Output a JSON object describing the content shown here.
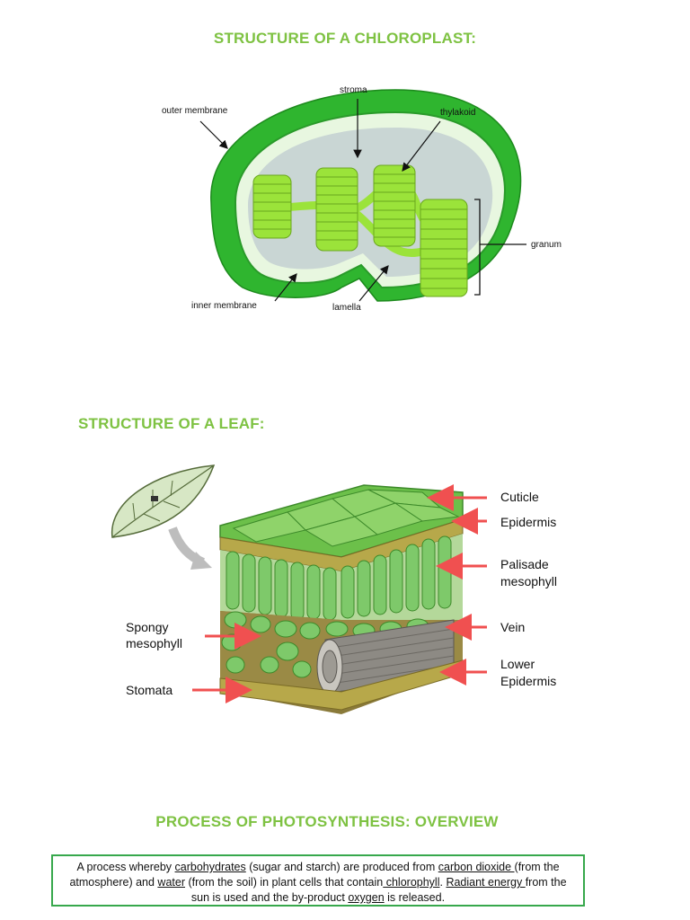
{
  "headings": {
    "chloroplast": "STRUCTURE OF A CHLOROPLAST:",
    "leaf": "STRUCTURE OF A LEAF:",
    "overview": "PROCESS OF PHOTOSYNTHESIS: OVERVIEW"
  },
  "chloroplast_labels": {
    "outer_membrane": "outer membrane",
    "stroma": "stroma",
    "thylakoid": "thylakoid",
    "granum": "granum",
    "inner_membrane": "inner membrane",
    "lamella": "lamella"
  },
  "leaf_labels": {
    "cuticle": "Cuticle",
    "epidermis": "Epidermis",
    "palisade_1": "Palisade",
    "palisade_2": "mesophyll",
    "vein": "Vein",
    "lower_1": "Lower",
    "lower_2": "Epidermis",
    "spongy_1": "Spongy",
    "spongy_2": "mesophyll",
    "stomata": "Stomata"
  },
  "overview": {
    "t1": "A process whereby ",
    "u1": "carbohydrates",
    "t2": " (sugar and starch) are produced from ",
    "u2": "carbon dioxide ",
    "t3": "(from the atmosphere) and ",
    "u3": "water",
    "t4": " (from the soil) in plant cells that contain",
    "u4": " chlorophyll",
    "t5": ". ",
    "u5": "Radiant energy ",
    "t6": " from the sun is used and the by-product ",
    "u6": "oxygen",
    "t7": " is released."
  },
  "colors": {
    "heading": "#7ec242",
    "outer_membrane": "#2fb52f",
    "stroma": "#c9d6d4",
    "thylakoid": "#9be33a",
    "leaf_green": "#6cc04a",
    "arrow_red": "#f05050",
    "box_border": "#37a84c"
  }
}
